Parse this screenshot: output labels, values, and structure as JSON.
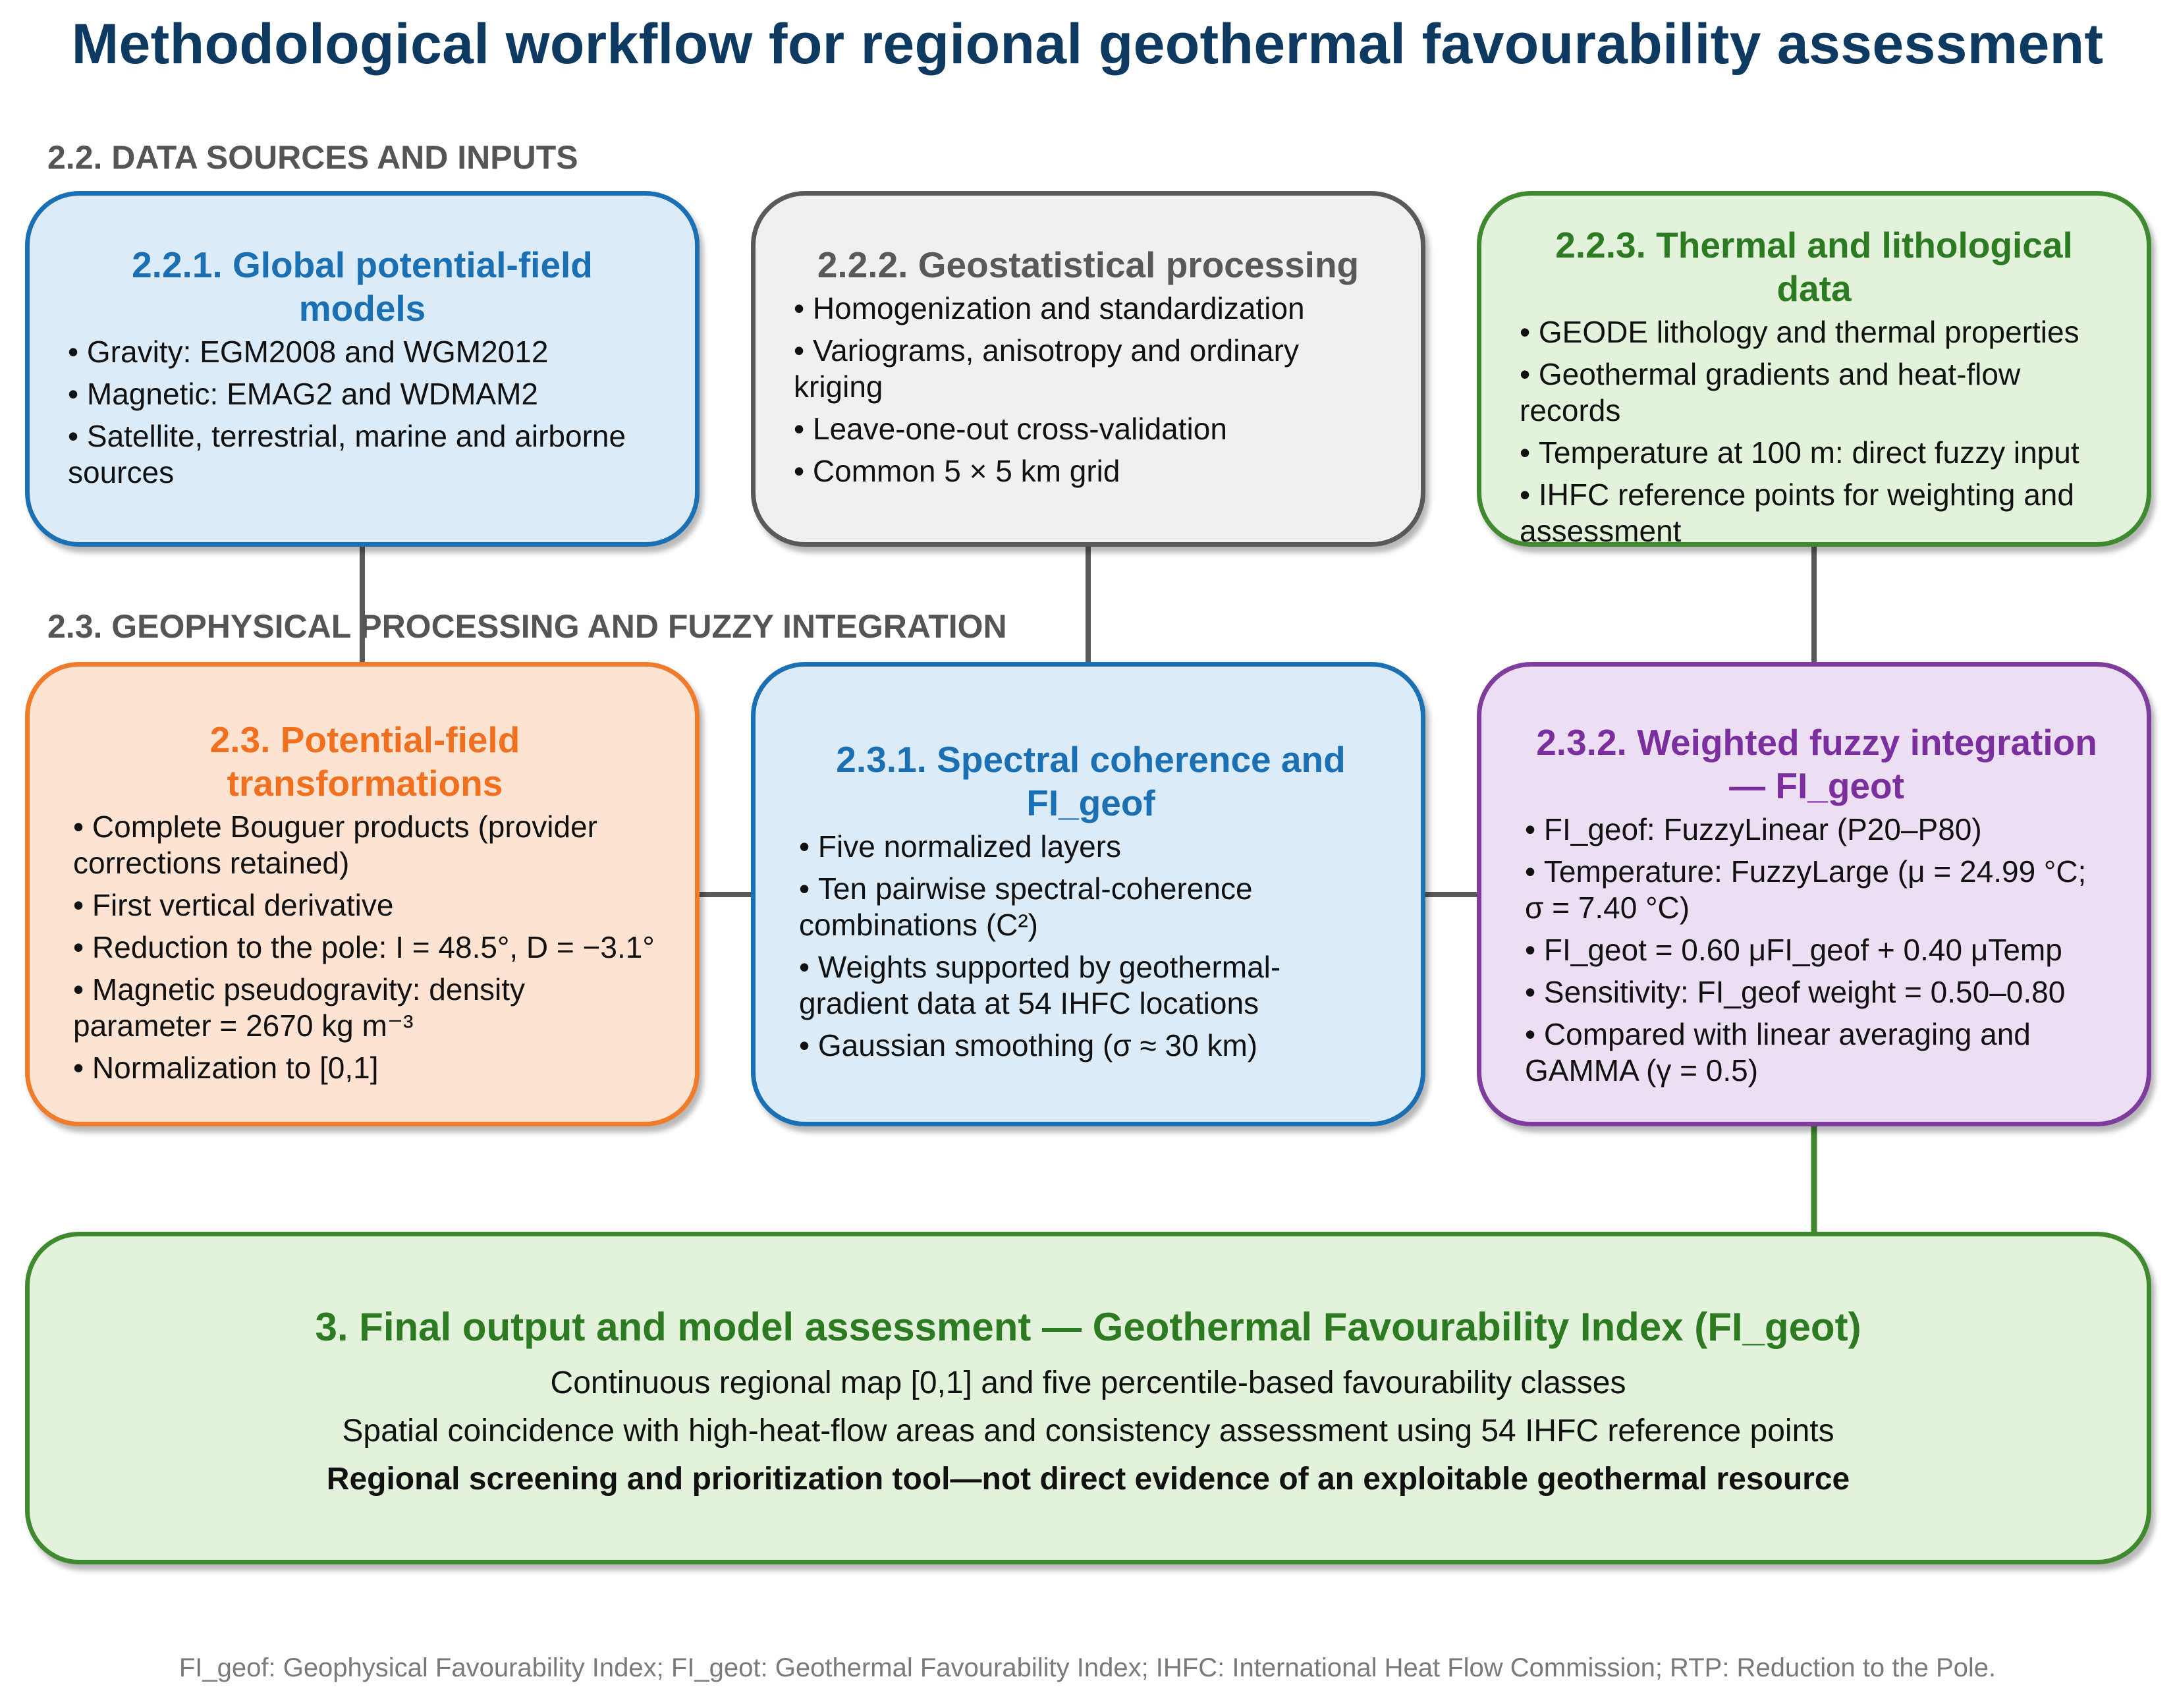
{
  "title": "Methodological workflow for regional geothermal favourability assessment",
  "sections": {
    "data_sources": "2.2. DATA SOURCES AND INPUTS",
    "processing": "2.3. GEOPHYSICAL PROCESSING AND FUZZY INTEGRATION"
  },
  "colors": {
    "title": "#0e3a61",
    "blue": "#1b6fb3",
    "grey": "#595959",
    "green": "#2c7a22",
    "orange": "#f07020",
    "purple": "#7b2f9f",
    "connector": "#595959"
  },
  "boxes": {
    "global_models": {
      "title": "2.2.1. Global potential-field models",
      "items": [
        "Gravity: EGM2008 and WGM2012",
        "Magnetic: EMAG2 and WDMAM2",
        "Satellite, terrestrial, marine and airborne sources"
      ]
    },
    "geostat": {
      "title": "2.2.2. Geostatistical processing",
      "items": [
        "Homogenization and standardization",
        "Variograms, anisotropy and ordinary kriging",
        "Leave-one-out cross-validation",
        "Common 5 × 5 km grid"
      ]
    },
    "thermal": {
      "title": "2.2.3. Thermal and lithological data",
      "items": [
        "GEODE lithology and thermal properties",
        "Geothermal gradients and heat-flow records",
        "Temperature at 100 m: direct fuzzy input",
        "IHFC reference points for weighting and assessment"
      ]
    },
    "transformations": {
      "title": "2.3. Potential-field transformations",
      "items": [
        "Complete Bouguer products (provider corrections retained)",
        "First vertical derivative",
        "Reduction to the pole: I = 48.5°, D = −3.1°",
        "Magnetic pseudogravity: density parameter = 2670 kg m⁻³",
        "Normalization to [0,1]"
      ]
    },
    "spectral": {
      "title": "2.3.1. Spectral coherence and FI_geof",
      "items": [
        "Five normalized layers",
        "Ten pairwise spectral-coherence combinations (C²)",
        "Weights supported by geothermal-gradient data at 54 IHFC locations",
        "Gaussian smoothing (σ ≈ 30 km)"
      ]
    },
    "fuzzy": {
      "title": "2.3.2. Weighted fuzzy integration — FI_geot",
      "items": [
        "FI_geof: FuzzyLinear (P20–P80)",
        "Temperature: FuzzyLarge (μ = 24.99 °C; σ = 7.40 °C)",
        "FI_geot = 0.60 μFI_geof + 0.40 μTemp",
        "Sensitivity: FI_geof weight = 0.50–0.80",
        "Compared with linear averaging and GAMMA (γ = 0.5)"
      ]
    },
    "final": {
      "title": "3. Final output and model assessment — Geothermal Favourability Index (FI_geot)",
      "lines": [
        "Continuous regional map [0,1] and five percentile-based favourability classes",
        "Spatial coincidence with high-heat-flow areas and consistency assessment using 54 IHFC reference points"
      ],
      "emphasis": "Regional screening and prioritization tool—not direct evidence of an exploitable geothermal resource"
    }
  },
  "footnote": "FI_geof: Geophysical Favourability Index; FI_geot: Geothermal Favourability Index; IHFC: International Heat Flow Commission; RTP: Reduction to the Pole."
}
